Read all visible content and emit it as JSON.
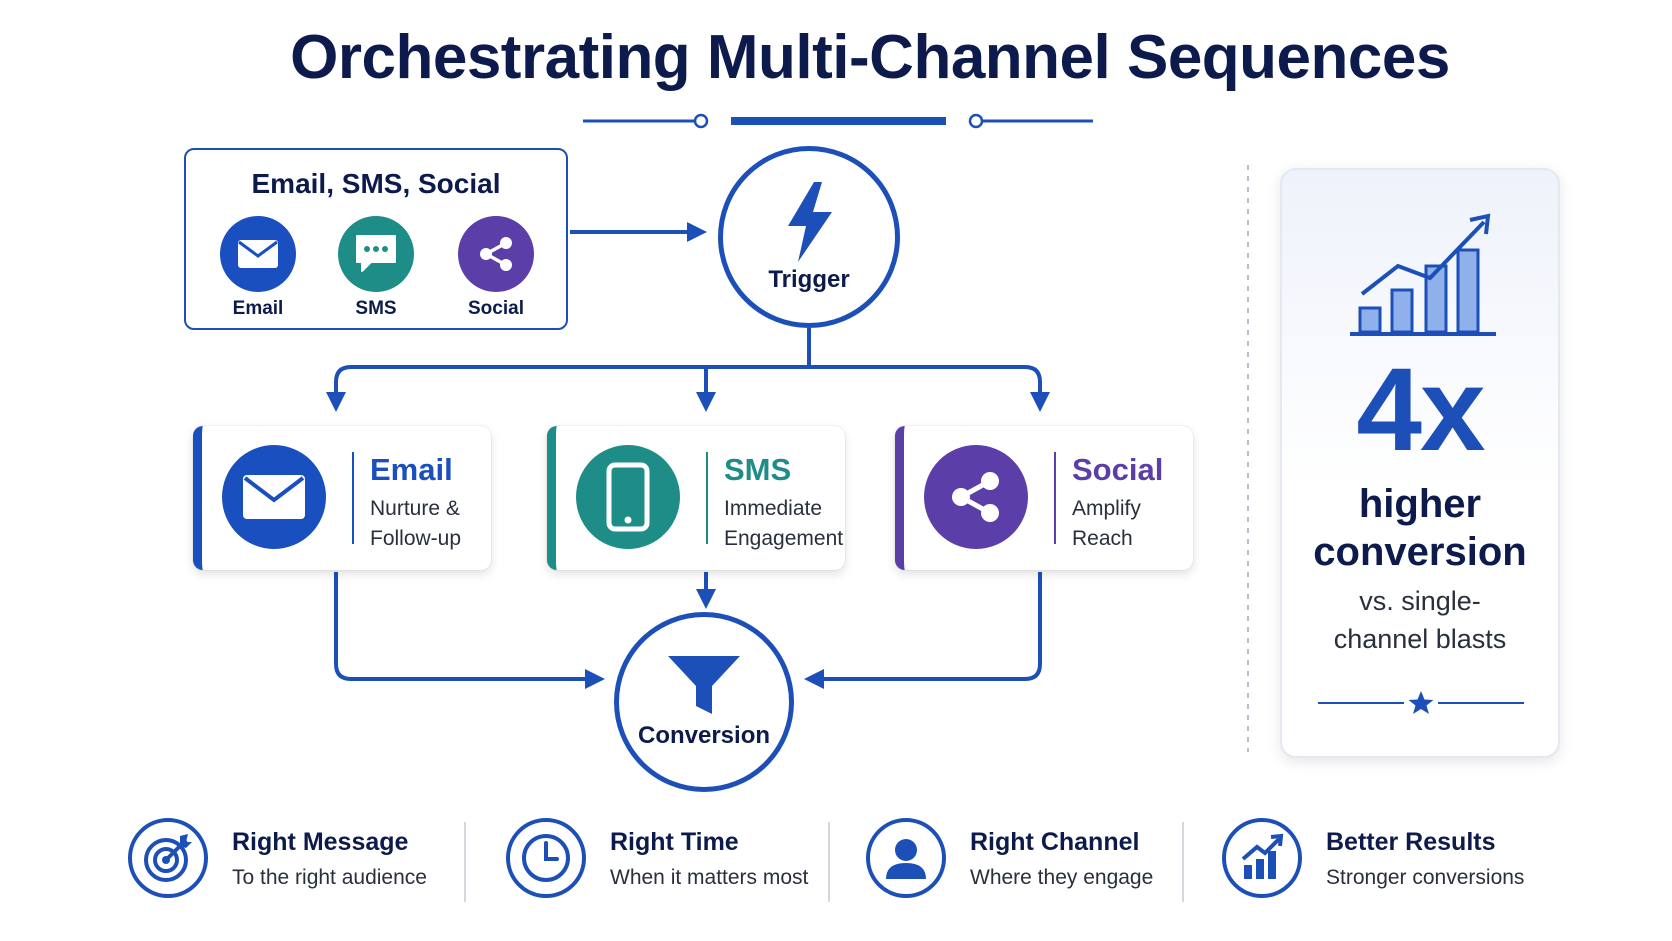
{
  "title": "Orchestrating Multi-Channel Sequences",
  "colors": {
    "navy": "#0d1b4c",
    "blue": "#1d4fb8",
    "email": "#1a4fc0",
    "sms": "#1f8d87",
    "social": "#5b3ea7"
  },
  "sources": {
    "title": "Email, SMS, Social",
    "items": [
      {
        "label": "Email",
        "icon": "envelope-icon"
      },
      {
        "label": "SMS",
        "icon": "chat-bubble-icon"
      },
      {
        "label": "Social",
        "icon": "share-icon"
      }
    ]
  },
  "trigger": {
    "label": "Trigger",
    "icon": "lightning-bolt-icon"
  },
  "channels": [
    {
      "name": "Email",
      "description": "Nurture & Follow-up",
      "icon": "envelope-icon"
    },
    {
      "name": "SMS",
      "description": "Immediate Engagement",
      "icon": "smartphone-icon"
    },
    {
      "name": "Social",
      "description": "Amplify Reach",
      "icon": "share-icon"
    }
  ],
  "conversion": {
    "label": "Conversion",
    "icon": "funnel-icon"
  },
  "stat": {
    "value": "4x",
    "label": "higher conversion",
    "sublabel": "vs. single-channel blasts",
    "icon": "growth-bar-chart-icon",
    "decoration_icon": "star-icon"
  },
  "benefits": [
    {
      "title": "Right Message",
      "description": "To the right audience",
      "icon": "target-icon"
    },
    {
      "title": "Right Time",
      "description": "When it matters most",
      "icon": "clock-icon"
    },
    {
      "title": "Right Channel",
      "description": "Where they engage",
      "icon": "user-icon"
    },
    {
      "title": "Better Results",
      "description": "Stronger conversions",
      "icon": "growth-chart-icon"
    }
  ]
}
